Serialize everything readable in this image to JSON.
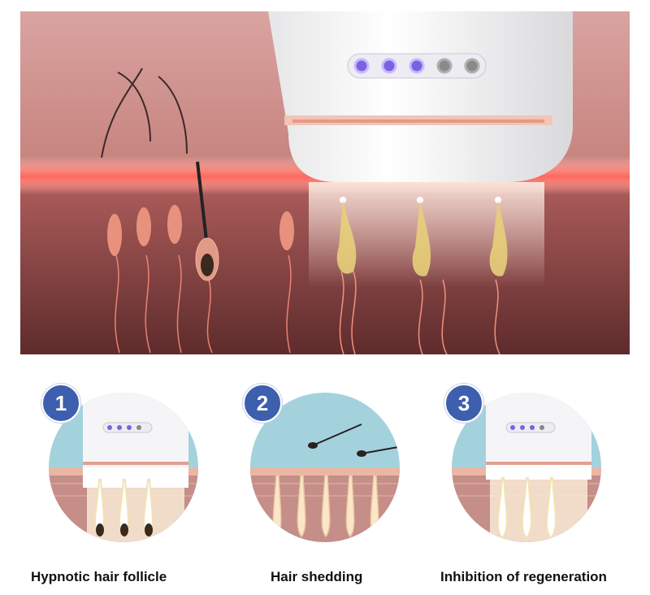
{
  "steps": [
    {
      "number": "1",
      "caption": "Hypnotic hair follicle"
    },
    {
      "number": "2",
      "caption": "Hair shedding"
    },
    {
      "number": "3",
      "caption": "Inhibition of regeneration"
    }
  ],
  "device": {
    "indicator_lights": [
      {
        "state": "on",
        "color": "#7b63e0"
      },
      {
        "state": "on",
        "color": "#7b63e0"
      },
      {
        "state": "on",
        "color": "#7b63e0"
      },
      {
        "state": "off",
        "color": "#8a8a8a"
      },
      {
        "state": "off",
        "color": "#8a8a8a"
      }
    ]
  },
  "colors": {
    "skin_top": "#c98a86",
    "laser_band": "#ff7a72",
    "dermis": "#6d3434",
    "number_badge": "#3e5fae"
  }
}
